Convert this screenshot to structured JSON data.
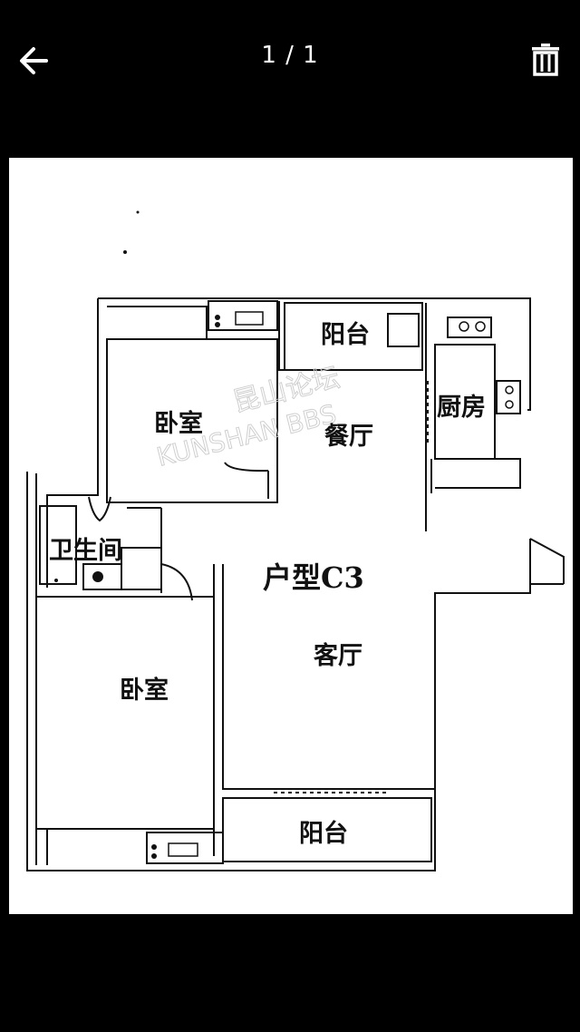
{
  "header": {
    "counter": "1 / 1",
    "back_icon": "arrow-left-icon",
    "delete_icon": "trash-icon"
  },
  "floorplan": {
    "title": "户型C3",
    "watermark_top": "昆山论坛",
    "watermark_bottom": "KUNSHAN BBS",
    "rooms": {
      "bedroom_top": "卧室",
      "balcony_top": "阳台",
      "dining": "餐厅",
      "kitchen": "厨房",
      "bathroom": "卫生间",
      "living": "客厅",
      "bedroom_bottom": "卧室",
      "balcony_bottom": "阳台"
    }
  },
  "colors": {
    "background": "#000000",
    "icon": "#ffffff",
    "paper": "#ffffff",
    "ink": "#111111"
  }
}
